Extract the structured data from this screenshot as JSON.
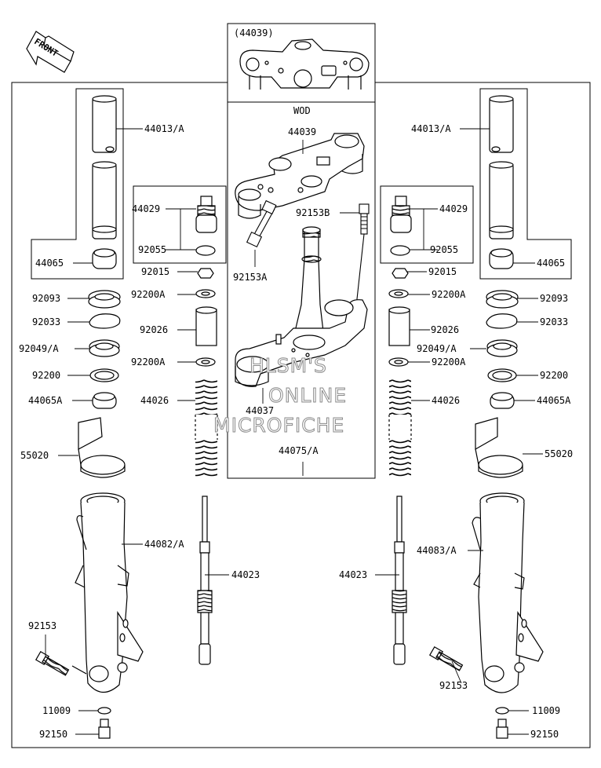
{
  "front_label": "FRONT",
  "inset_part": "(44039)",
  "wod": "WOD",
  "watermark": [
    "HLSM'S",
    "ONLINE",
    "MICROFICHE"
  ],
  "center_labels": {
    "p44039": "44039",
    "p92153B": "92153B",
    "p92153A": "92153A",
    "p44037": "44037",
    "p44075A": "44075/A"
  },
  "left_labels": {
    "p44013A": "44013/A",
    "p44065": "44065",
    "p44029": "44029",
    "p92055": "92055",
    "p92015": "92015",
    "p92093": "92093",
    "p92200A_1": "92200A",
    "p92033": "92033",
    "p92026": "92026",
    "p92049A": "92049/A",
    "p92200A_2": "92200A",
    "p92200": "92200",
    "p44065A": "44065A",
    "p44026": "44026",
    "p55020": "55020",
    "p44082A": "44082/A",
    "p44023": "44023",
    "p92153": "92153",
    "p11009": "11009",
    "p92150": "92150"
  },
  "right_labels": {
    "p44013A": "44013/A",
    "p44065": "44065",
    "p44029": "44029",
    "p92055": "92055",
    "p92015": "92015",
    "p92093": "92093",
    "p92200A_1": "92200A",
    "p92033": "92033",
    "p92026": "92026",
    "p92049A": "92049/A",
    "p92200A_2": "92200A",
    "p92200": "92200",
    "p44065A": "44065A",
    "p44026": "44026",
    "p55020": "55020",
    "p44083A": "44083/A",
    "p44023": "44023",
    "p92153": "92153",
    "p11009": "11009",
    "p92150": "92150"
  }
}
